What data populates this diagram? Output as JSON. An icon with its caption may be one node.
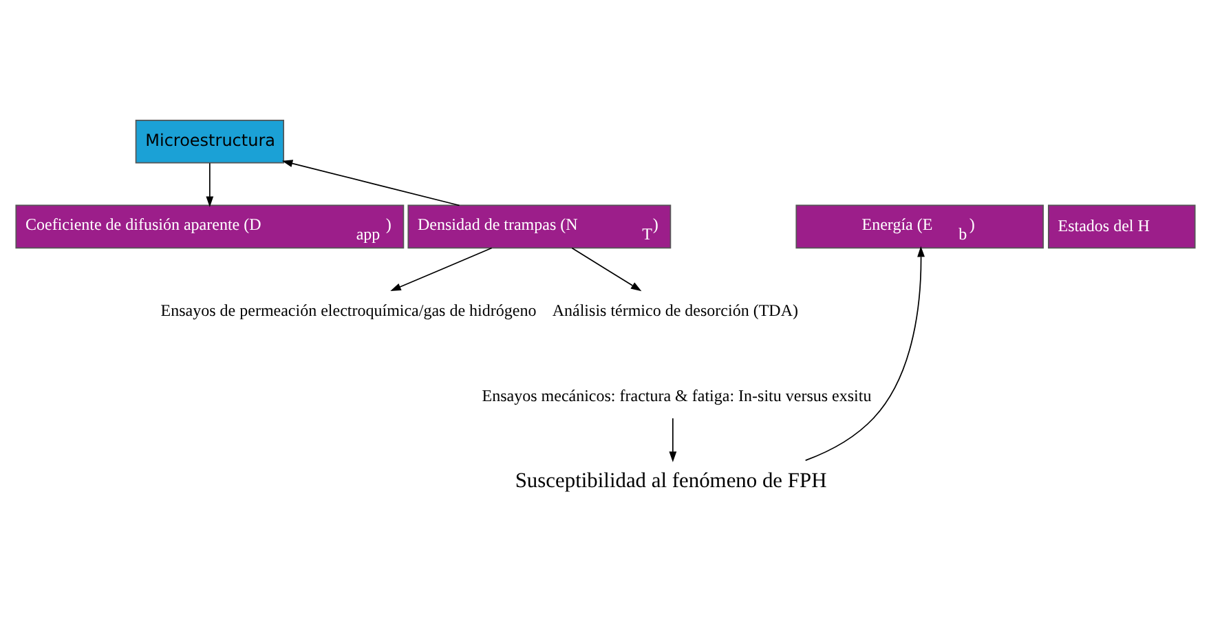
{
  "diagram": {
    "nodes": [
      {
        "text": [
          "Microestructura"
        ]
      },
      {
        "text": [
          "Energía (E$_{b}$)"
        ]
      },
      {
        "text": [
          "Densidad de trampas (N$_{T}$)"
        ]
      },
      {
        "text": [
          "Coeficiente de difusión aparente (D$_{app}$)"
        ]
      },
      {
        "text": [
          "Estados del H"
        ]
      },
      {
        "text": [
          "Ensayos de permeación electroquímica/gas de hidrógeno"
        ]
      },
      {
        "text": [
          "Análisis térmico de desorción (TDA)"
        ]
      },
      {
        "text": [
          "Ensayos mecánicos: fractura & fatiga: In-situ versus exsitu"
        ]
      },
      {
        "text": [
          "Susceptibilidad al fenómeno de FPH"
        ]
      }
    ],
    "edges": [
      {
        "from": 2,
        "to": 0,
        "arrow": "to"
      },
      {
        "from": 0,
        "to": 3,
        "arrow": "to"
      },
      {
        "from": 2,
        "to": 5,
        "arrow": "to"
      },
      {
        "from": 2,
        "to": 6,
        "arrow": "to"
      },
      {
        "from": 7,
        "to": 8,
        "arrow": "to"
      },
      {
        "from": 8,
        "to": 1,
        "arrow": "to"
      }
    ]
  }
}
